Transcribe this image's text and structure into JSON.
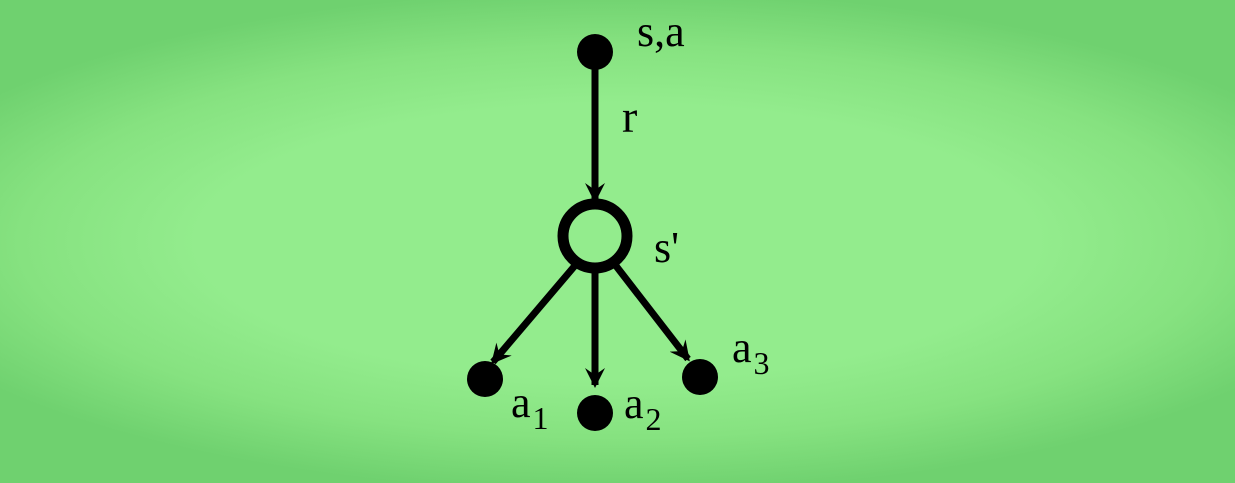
{
  "diagram": {
    "nodes": {
      "root": {
        "label": "s,a"
      },
      "state": {
        "label": "s'"
      },
      "child1": {
        "label_base": "a",
        "label_sub": "1"
      },
      "child2": {
        "label_base": "a",
        "label_sub": "2"
      },
      "child3": {
        "label_base": "a",
        "label_sub": "3"
      }
    },
    "edges": {
      "reward": {
        "label": "r"
      }
    },
    "colors": {
      "background_outer": "#6fd16f",
      "background_inner": "#93ec8d",
      "ink": "#000000",
      "hollow_fill": "#93ec8d"
    }
  }
}
